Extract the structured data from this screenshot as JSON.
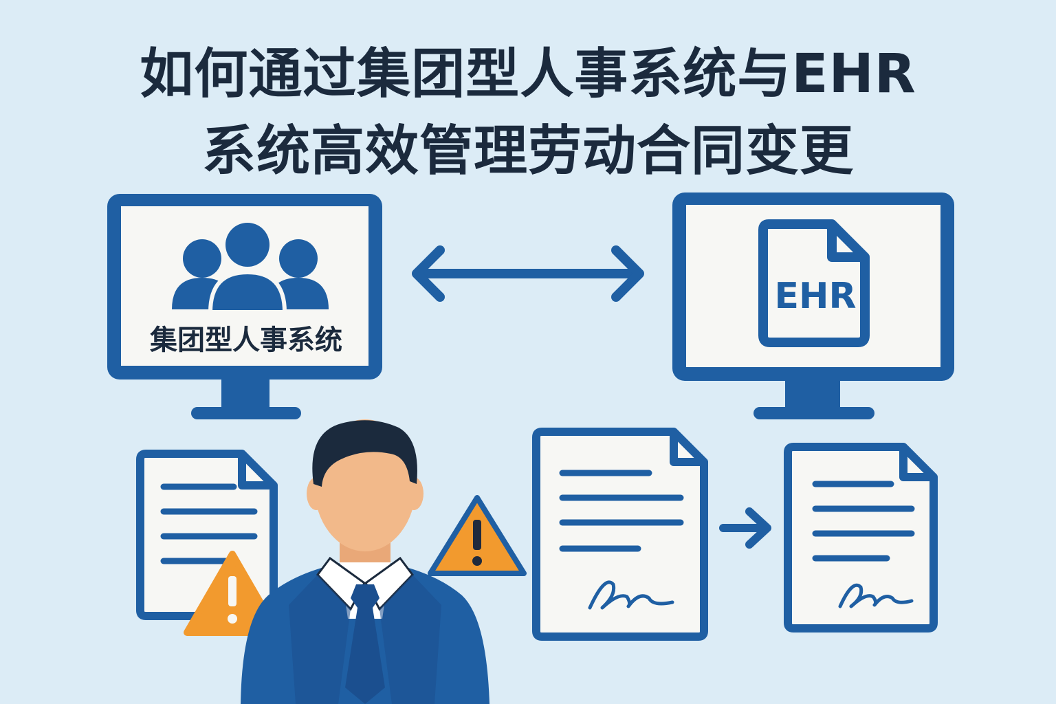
{
  "title": {
    "line1": "如何通过集团型人事系统与EHR",
    "line2": "系统高效管理劳动合同变更"
  },
  "hr_system": {
    "label": "集团型人事系统"
  },
  "ehr_system": {
    "label": "EHR"
  },
  "colors": {
    "background": "#dcecf6",
    "primary_blue": "#1f5fa3",
    "screen_white": "#f7f7f4",
    "warning_orange": "#f29a2e",
    "title_text": "#1b2a3d",
    "skin": "#f2b98a",
    "hair": "#1b2a3d"
  },
  "icons": [
    "monitor-icon",
    "people-group-icon",
    "bidirectional-arrow-icon",
    "ehr-document-icon",
    "contract-document-icon",
    "warning-icon",
    "businessman-avatar",
    "signature-icon",
    "right-arrow-icon"
  ]
}
